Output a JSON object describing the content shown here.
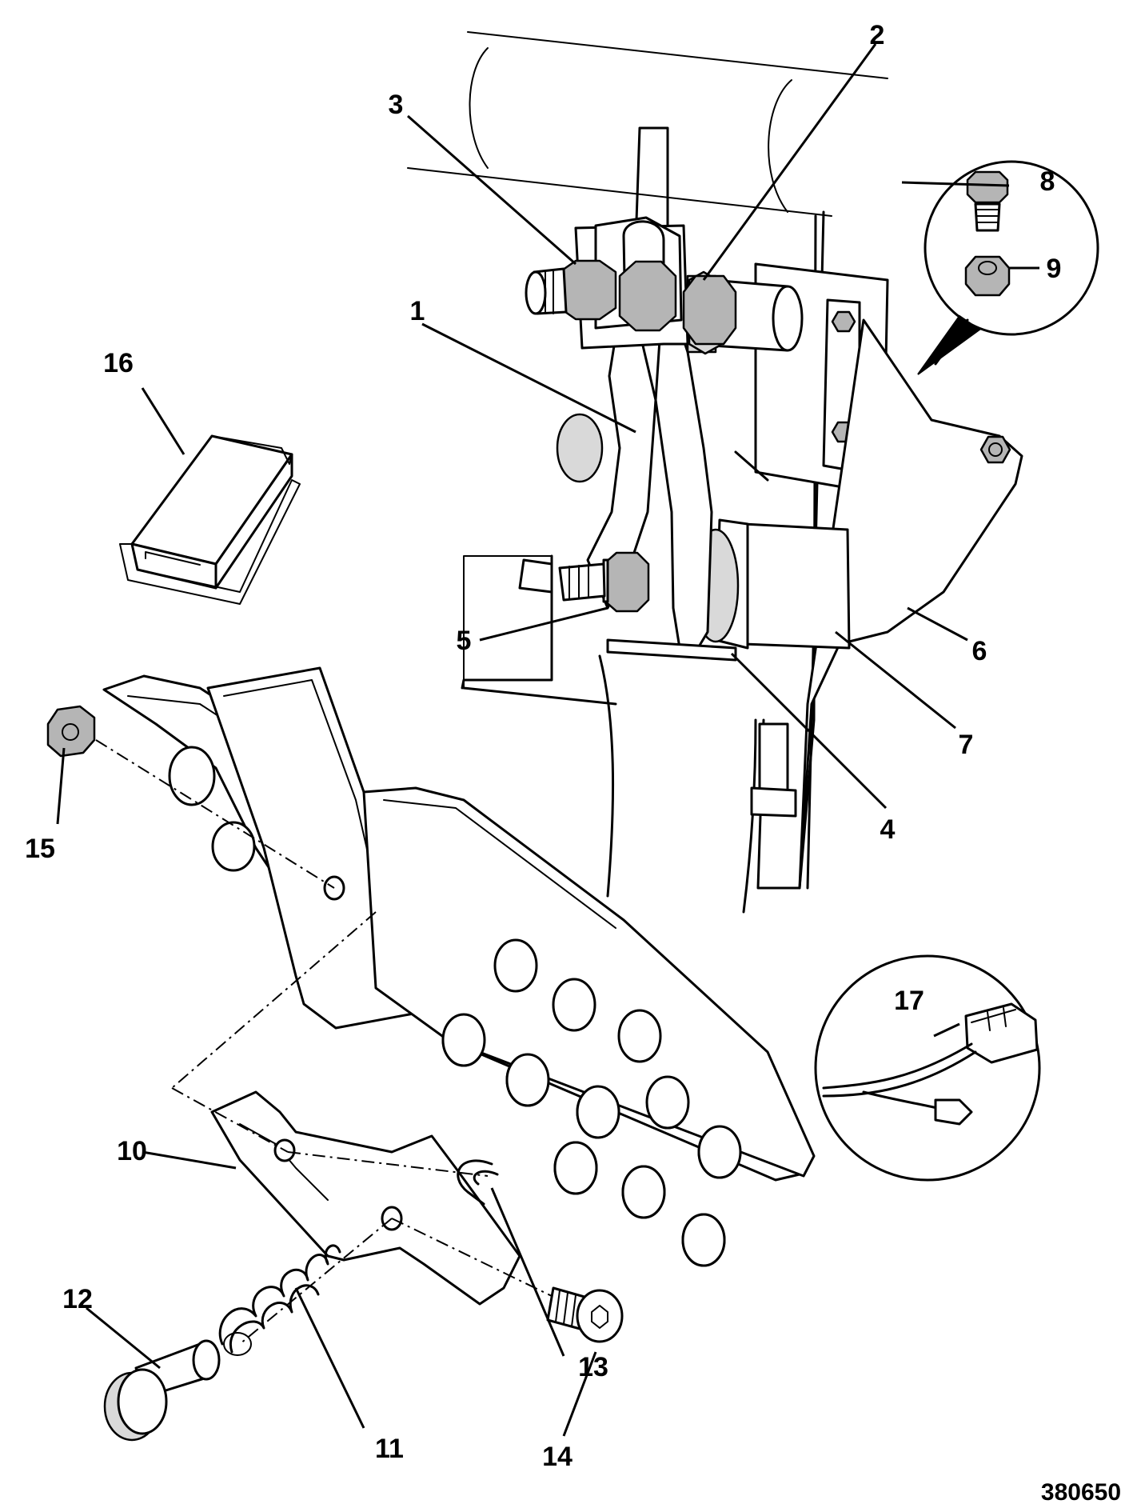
{
  "figure_number": "380650",
  "callouts": [
    {
      "id": "1",
      "text": "1"
    },
    {
      "id": "2",
      "text": "2"
    },
    {
      "id": "3",
      "text": "3"
    },
    {
      "id": "4",
      "text": "4"
    },
    {
      "id": "5",
      "text": "5"
    },
    {
      "id": "6",
      "text": "6"
    },
    {
      "id": "7",
      "text": "7"
    },
    {
      "id": "8",
      "text": "8"
    },
    {
      "id": "9",
      "text": "9"
    },
    {
      "id": "10",
      "text": "10"
    },
    {
      "id": "11",
      "text": "11"
    },
    {
      "id": "12",
      "text": "12"
    },
    {
      "id": "13",
      "text": "13"
    },
    {
      "id": "14",
      "text": "14"
    },
    {
      "id": "15",
      "text": "15"
    },
    {
      "id": "16",
      "text": "16"
    },
    {
      "id": "17",
      "text": "17"
    }
  ]
}
